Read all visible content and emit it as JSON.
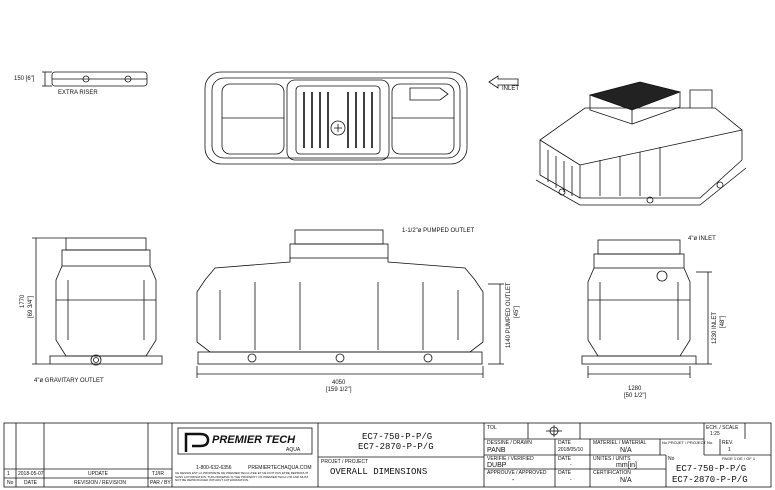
{
  "labels": {
    "riser_height": "150 [6\"]",
    "extra_riser": "EXTRA RISER",
    "inlet": "INLET",
    "pumped_outlet": "1-1/2\"ø PUMPED OUTLET",
    "inlet_4": "4\"ø INLET",
    "height_total": "1770",
    "height_total_in": "[69 3/4\"]",
    "pumped_outlet_h": "1140 PUMPED OUTLET",
    "pumped_outlet_h_in": "[45\"]",
    "inlet_h": "1230 INLET",
    "inlet_h_in": "[48\"]",
    "length": "4050",
    "length_in": "[159 1/2\"]",
    "width": "1280",
    "width_in": "[50 1/2\"]",
    "gravity_outlet": "4\"ø GRAVITARY OUTLET"
  },
  "titleblock": {
    "rev_no": "1",
    "rev_date": "2018-05-07",
    "rev_desc": "UPDATE",
    "rev_by": "TJ/IR",
    "hdr_no": "No",
    "hdr_date": "DATE",
    "hdr_rev": "REVISION / REVISION",
    "hdr_by": "PAR / BY",
    "brand": "PREMIER TECH",
    "brand_sub": "AQUA",
    "phone": "1-800-632-6356",
    "web": "PREMIERTECHAQUA.COM",
    "notice": "CE DESSIN EST LA PROPRIETE DE PREMIER TECH LTEE ET NE DOIT PAS ETRE REPRODUIT SANS AUTORISATION. THIS DRAWING IS THE PROPERTY OF PREMIER TECH LTD AND MUST NOT BE REPRODUCED WITHOUT AUTHORIZATION.",
    "model_1": "EC7-750-P-P/G",
    "model_2": "EC7-2870-P-P/G",
    "projet_label": "PROJET / PROJECT",
    "title": "OVERALL DIMENSIONS",
    "tol_label": "TOL",
    "dessine_label": "DESSINE / DRAWN",
    "dessine": "PANB",
    "verifie_label": "VERIFIE / VERIFIED",
    "verifie": "DUBP",
    "approuve_label": "APPROUVE / APPROVED",
    "approuve": "-",
    "date_label": "DATE",
    "date_1": "2018/05/10",
    "date_2": "-",
    "date_3": "-",
    "materiel_label": "MATERIEL / MATERIAL",
    "materiel": "N/A",
    "unites_label": "UNITES / UNITS",
    "unites": "mm[in]",
    "cert_label": "CERTIFICATION",
    "cert": "N/A",
    "projet_no_label": "No PROJET / PROJECT No.",
    "rev_label": "REV.",
    "rev_value": "1",
    "ech_label": "ECH. / SCALE",
    "ech_value": "1:25",
    "page_label": "PAGE 1 DE / OF 1",
    "no_label": "No",
    "model_r1": "EC7-750-P-P/G",
    "model_r2": "EC7-2870-P-P/G"
  }
}
